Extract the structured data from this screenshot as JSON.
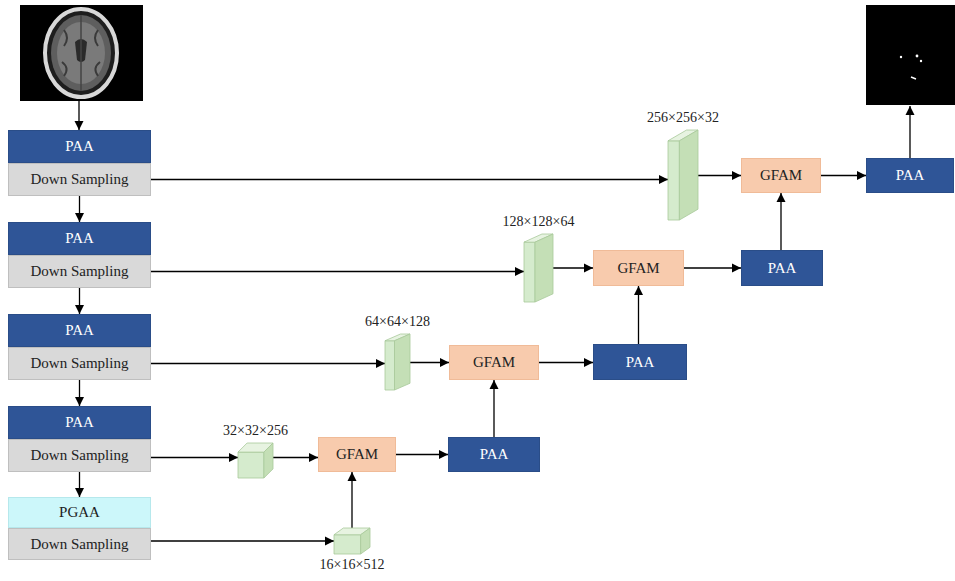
{
  "diagram": {
    "nodes": [
      {
        "text": [
          "PAA"
        ]
      },
      {
        "text": [
          "Down Sampling"
        ]
      },
      {
        "text": [
          "PAA"
        ]
      },
      {
        "text": [
          "Down Sampling"
        ]
      },
      {
        "text": [
          "PAA"
        ]
      },
      {
        "text": [
          "Down Sampling"
        ]
      },
      {
        "text": [
          "PAA"
        ]
      },
      {
        "text": [
          "Down Sampling"
        ]
      },
      {
        "text": [
          "PGAA"
        ]
      },
      {
        "text": [
          "Down Sampling"
        ]
      },
      {
        "text": [
          "256×256×32"
        ]
      },
      {
        "text": [
          "GFAM"
        ]
      },
      {
        "text": [
          "PAA"
        ]
      },
      {
        "text": [
          "128×128×64"
        ]
      },
      {
        "text": [
          "GFAM"
        ]
      },
      {
        "text": [
          "PAA"
        ]
      },
      {
        "text": [
          "64×64×128"
        ]
      },
      {
        "text": [
          "GFAM"
        ]
      },
      {
        "text": [
          "PAA"
        ]
      },
      {
        "text": [
          "32×32×256"
        ]
      },
      {
        "text": [
          "GFAM"
        ]
      },
      {
        "text": [
          "PAA"
        ]
      },
      {
        "text": [
          "16×16×512"
        ]
      }
    ],
    "edges": [
      {
        "from": 1,
        "to": 2,
        "arrow": "to"
      },
      {
        "from": 3,
        "to": 4,
        "arrow": "to"
      },
      {
        "from": 5,
        "to": 6,
        "arrow": "to"
      },
      {
        "from": 7,
        "to": 8,
        "arrow": "to"
      },
      {
        "from": 1,
        "to": 10,
        "arrow": "to"
      },
      {
        "from": 3,
        "to": 13,
        "arrow": "to"
      },
      {
        "from": 5,
        "to": 16,
        "arrow": "to"
      },
      {
        "from": 7,
        "to": 19,
        "arrow": "to"
      },
      {
        "from": 9,
        "to": 22,
        "arrow": "to"
      },
      {
        "from": 10,
        "to": 11,
        "arrow": "to"
      },
      {
        "from": 13,
        "to": 14,
        "arrow": "to"
      },
      {
        "from": 16,
        "to": 17,
        "arrow": "to"
      },
      {
        "from": 19,
        "to": 20,
        "arrow": "to"
      },
      {
        "from": 22,
        "to": 20,
        "arrow": "to"
      },
      {
        "from": 20,
        "to": 21,
        "arrow": "to"
      },
      {
        "from": 21,
        "to": 17,
        "arrow": "to"
      },
      {
        "from": 17,
        "to": 18,
        "arrow": "to"
      },
      {
        "from": 18,
        "to": 14,
        "arrow": "to"
      },
      {
        "from": 14,
        "to": 15,
        "arrow": "to"
      },
      {
        "from": 15,
        "to": 11,
        "arrow": "to"
      },
      {
        "from": 11,
        "to": 12,
        "arrow": "to"
      }
    ]
  }
}
